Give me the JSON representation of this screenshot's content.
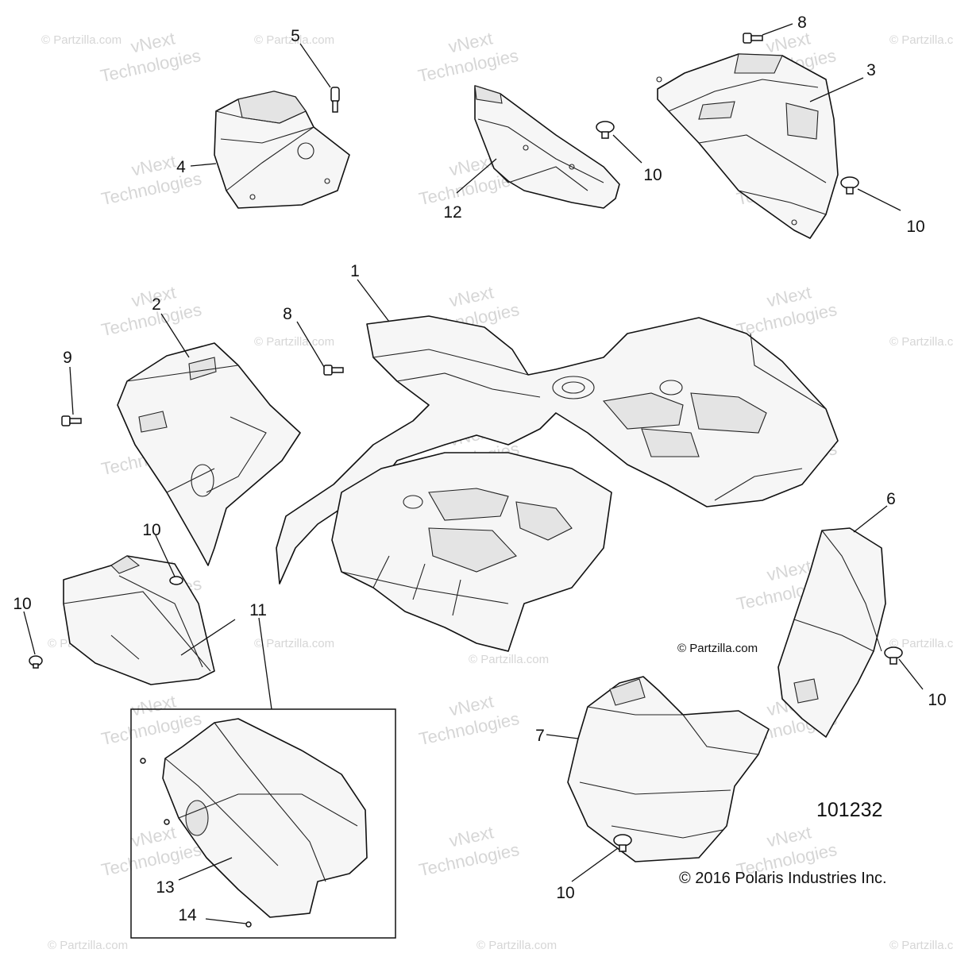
{
  "callouts": {
    "c1": "1",
    "c2": "2",
    "c3": "3",
    "c4": "4",
    "c5": "5",
    "c6": "6",
    "c7": "7",
    "c8a": "8",
    "c8b": "8",
    "c9": "9",
    "c10a": "10",
    "c10b": "10",
    "c10c": "10",
    "c10d": "10",
    "c10e": "10",
    "c10f": "10",
    "c11": "11",
    "c12": "12",
    "c13": "13",
    "c14": "14"
  },
  "drawing_number": "101232",
  "copyright": "© 2016 Polaris Industries Inc.",
  "watermarks": {
    "partzilla": "© Partzilla.com",
    "vnext_line1": "vNext",
    "vnext_line2": "Technologies"
  },
  "partzilla_notice": "© Partzilla.com",
  "icons": {
    "bolt": "bolt-icon",
    "push_rivet": "push-rivet-icon",
    "screw": "screw-icon"
  }
}
